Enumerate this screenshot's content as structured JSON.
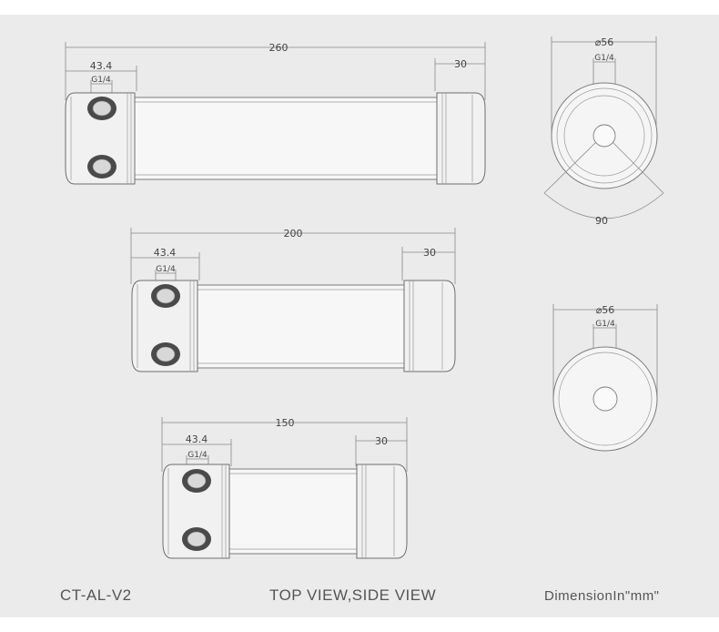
{
  "background_color": "#ebebeb",
  "line_color": "#7e7e7e",
  "tubes": [
    {
      "id": "260",
      "length_label": "260",
      "port_width_label": "43.4",
      "thread_label": "G1/4",
      "cap_label": "30"
    },
    {
      "id": "200",
      "length_label": "200",
      "port_width_label": "43.4",
      "thread_label": "G1/4",
      "cap_label": "30"
    },
    {
      "id": "150",
      "length_label": "150",
      "port_width_label": "43.4",
      "thread_label": "G1/4",
      "cap_label": "30"
    }
  ],
  "side_views": [
    {
      "id": "top",
      "diameter_label": "⌀56",
      "thread_label": "G1/4",
      "angle_label": "90"
    },
    {
      "id": "bottom",
      "diameter_label": "⌀56",
      "thread_label": "G1/4"
    }
  ],
  "footer": {
    "model": "CT-AL-V2",
    "views": "TOP VIEW,SIDE VIEW",
    "units": "DimensionIn\"mm\""
  }
}
